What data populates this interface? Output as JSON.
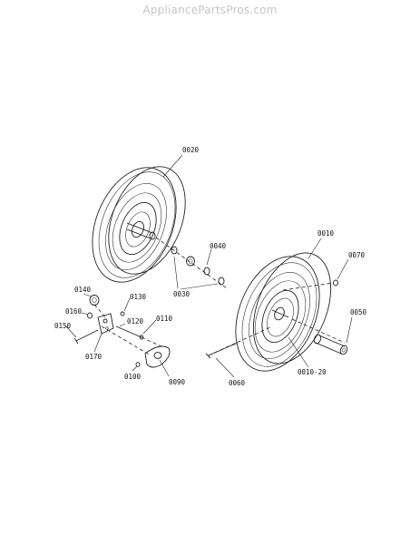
{
  "watermark": "AppliancePartsPros.com",
  "part_labels": {
    "p0020": "0020",
    "p0040": "0040",
    "p0030": "0030",
    "p0010": "0010",
    "p0070": "0070",
    "p0050": "0050",
    "p0010_20": "0010-20",
    "p0060": "0060",
    "p0140": "0140",
    "p0130": "0130",
    "p0160": "0160",
    "p0120": "0120",
    "p0110": "0110",
    "p0150": "0150",
    "p0170": "0170",
    "p0100": "0100",
    "p0090": "0090"
  }
}
